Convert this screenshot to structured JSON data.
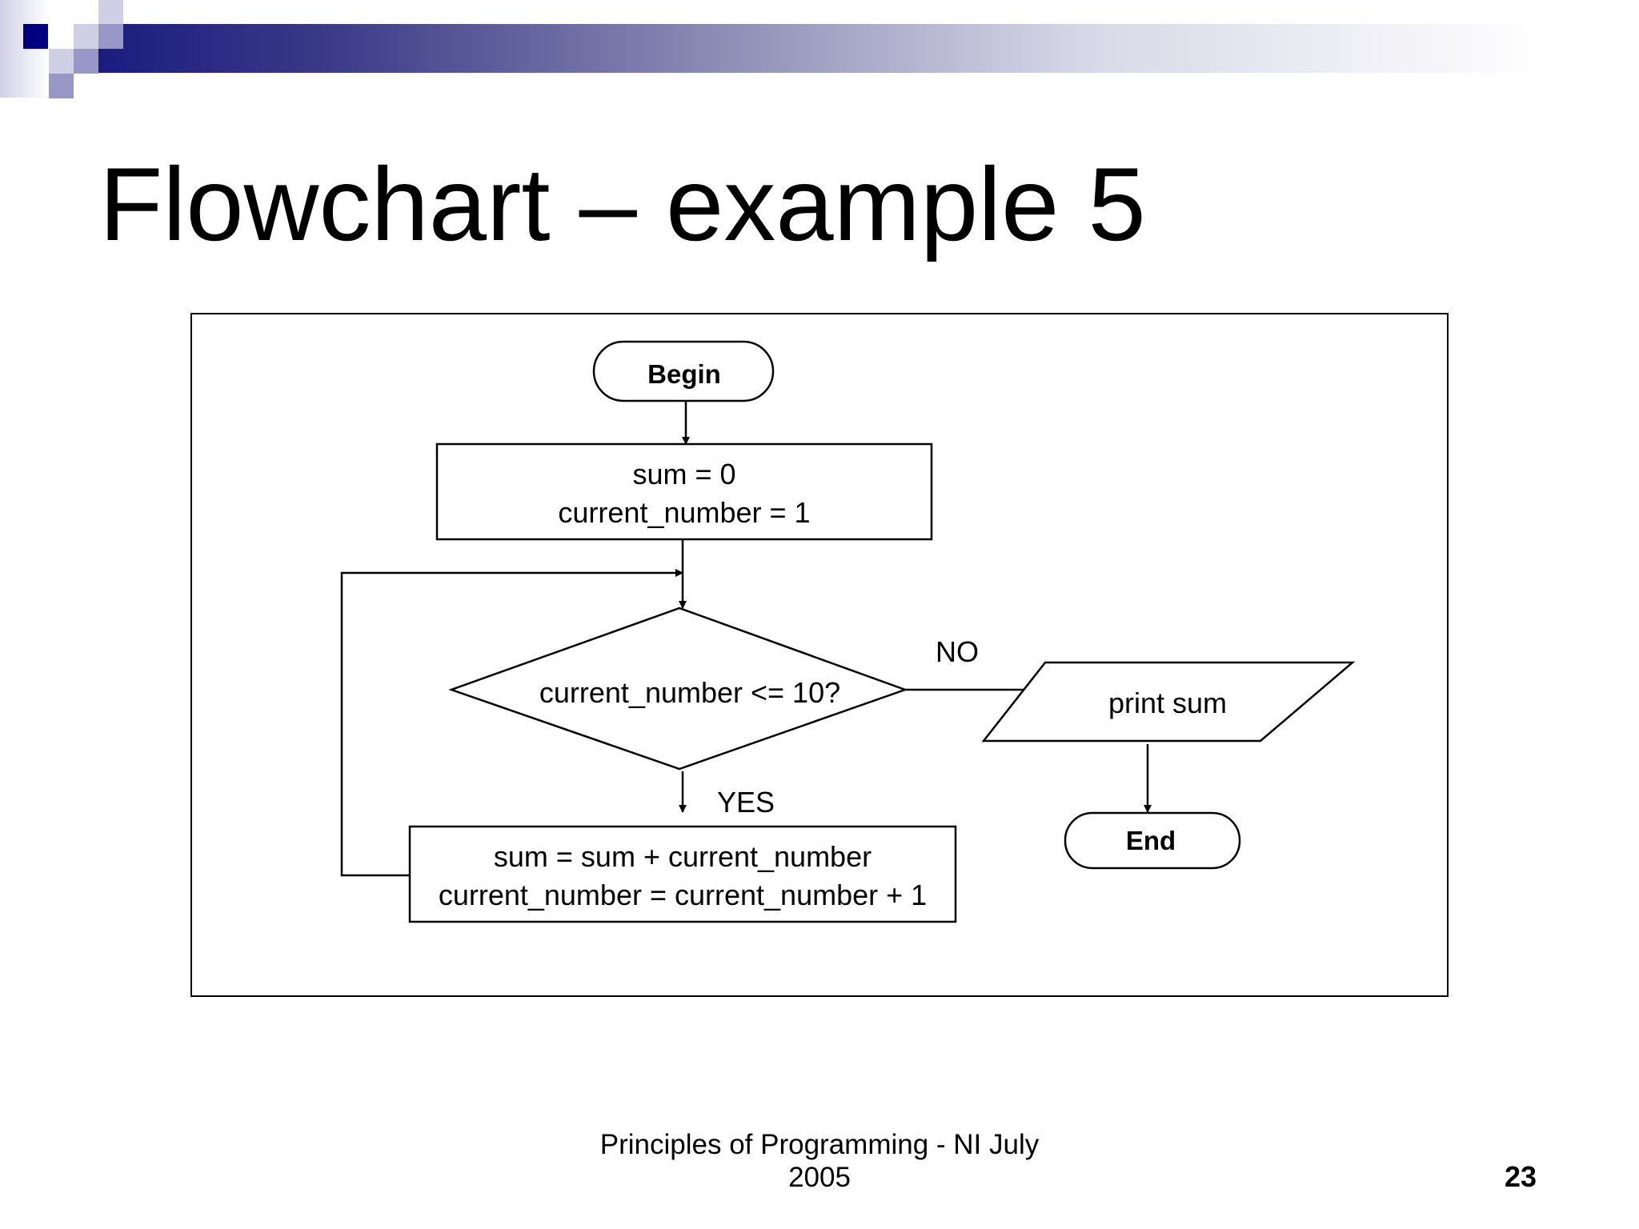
{
  "slide": {
    "title": "Flowchart – example 5",
    "footer_line1": "Principles of Programming - NI July",
    "footer_line2": "2005",
    "page_number": "23",
    "accent_color": "#1c1c80"
  },
  "flowchart": {
    "begin": "Begin",
    "init_line1": "sum = 0",
    "init_line2": "current_number = 1",
    "decision": "current_number <= 10?",
    "no_label": "NO",
    "yes_label": "YES",
    "output": "print sum",
    "body_line1": "sum = sum + current_number",
    "body_line2": "current_number = current_number + 1",
    "end": "End"
  }
}
